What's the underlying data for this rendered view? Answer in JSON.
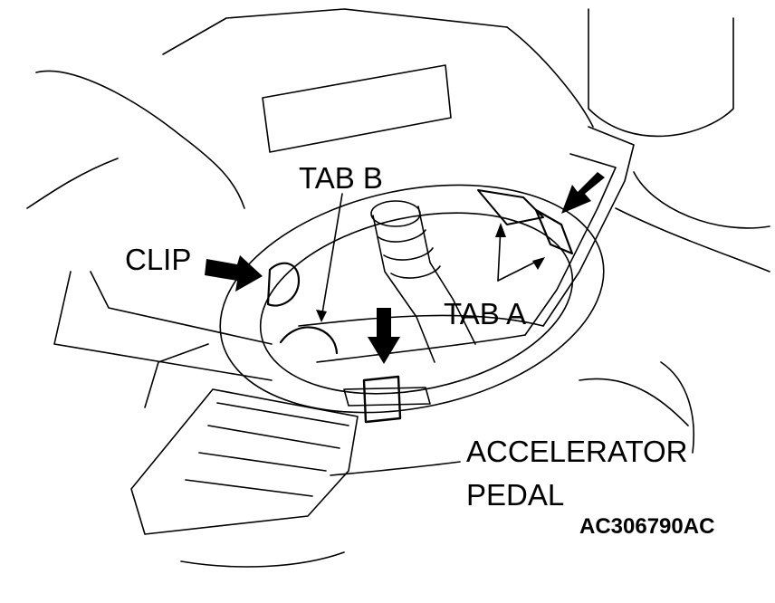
{
  "labels": {
    "tab_b": "TAB B",
    "clip": "CLIP",
    "tab_a": "TAB A",
    "accelerator": "ACCELERATOR",
    "pedal": "PEDAL"
  },
  "figure_code": "AC306790AC",
  "colors": {
    "line": "#000000",
    "background": "#ffffff"
  }
}
